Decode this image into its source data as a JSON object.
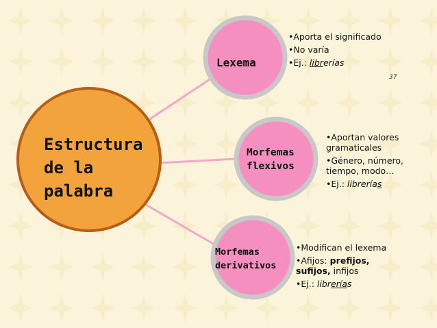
{
  "colors": {
    "main_circle": "#F2A33B",
    "main_border": "#B85C16",
    "pink": "#F48FBF",
    "pink_border": "#C8C8C8",
    "connector": "#F4A7C8"
  },
  "main": {
    "line1": "Estructura",
    "line2": "de la",
    "line3": "palabra"
  },
  "page_number": "37",
  "lexema": {
    "label": "Lexema",
    "b1": "•Aporta el significado",
    "b2": "•No varía",
    "b3_prefix": "•Ej.: ",
    "b3_underlined": "libr",
    "b3_rest": "erías"
  },
  "flexivos": {
    "label1": "Morfemas",
    "label2": "flexivos",
    "b1a": "•Aportan valores",
    "b1b": "gramaticales",
    "b2a": "•Género, número,",
    "b2b": "tiempo, modo…",
    "b3_prefix": "•Ej.: ",
    "b3_plain": "librería",
    "b3_underlined": "s"
  },
  "derivativos": {
    "label1": "Morfemas",
    "label2": "derivativos",
    "b1": "•Modifican el lexema",
    "b2_prefix": "•Afijos: ",
    "b2_bold1": "prefijos,",
    "b2_bold2": "sufijos,",
    "b2_rest": " infijos",
    "b3_prefix": "•Ej.: ",
    "b3_plain": "libr",
    "b3_underlined": "ería",
    "b3_rest": "s"
  }
}
